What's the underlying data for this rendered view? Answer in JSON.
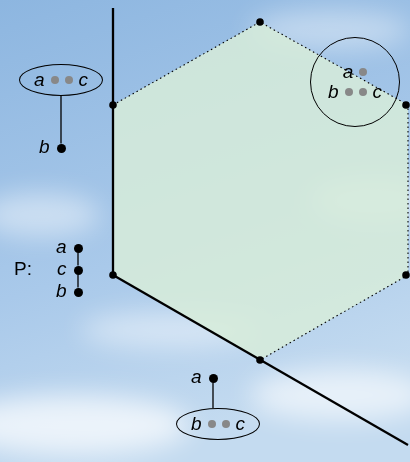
{
  "diagram": {
    "nodes": [
      {
        "text": [
          "a",
          "c"
        ]
      },
      {
        "text": [
          "b"
        ]
      },
      {
        "text": [
          "a"
        ]
      },
      {
        "text": [
          "c"
        ]
      },
      {
        "text": [
          "b"
        ]
      },
      {
        "text": [
          "a",
          "b",
          "c"
        ]
      },
      {
        "text": [
          "a"
        ]
      },
      {
        "text": [
          "b",
          "c"
        ]
      }
    ],
    "edges": [
      {
        "from": 0,
        "to": 1,
        "arrow": "none"
      },
      {
        "from": 2,
        "to": 3,
        "arrow": "none"
      },
      {
        "from": 3,
        "to": 4,
        "arrow": "none"
      },
      {
        "from": 6,
        "to": 7,
        "arrow": "none"
      }
    ],
    "labels": [
      "P:"
    ]
  }
}
